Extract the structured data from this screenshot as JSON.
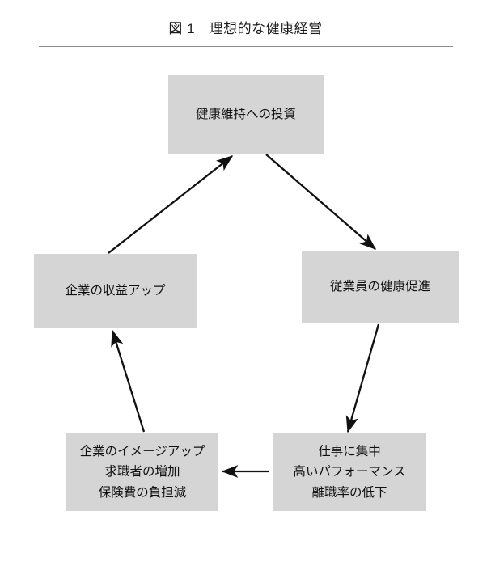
{
  "figure": {
    "title": "図 1　理想的な健康経営",
    "colors": {
      "box_fill": "#d5d5d5",
      "text": "#101010",
      "arrow": "#111111",
      "rule": "#8d8d8d",
      "background": "#ffffff"
    }
  },
  "nodes": {
    "invest": {
      "lines": [
        "健康維持への投資"
      ]
    },
    "health": {
      "lines": [
        "従業員の健康促進"
      ]
    },
    "performance": {
      "lines": [
        "仕事に集中",
        "高いパフォーマンス",
        "離職率の低下"
      ]
    },
    "image": {
      "lines": [
        "企業のイメージアップ",
        "求職者の増加",
        "保険費の負担減"
      ]
    },
    "profit": {
      "lines": [
        "企業の収益アップ"
      ]
    }
  },
  "edges": [
    {
      "name": "invest-to-health",
      "from": "invest",
      "to": "health",
      "direction": "down-right"
    },
    {
      "name": "health-to-performance",
      "from": "health",
      "to": "performance",
      "direction": "down-left"
    },
    {
      "name": "performance-to-image",
      "from": "performance",
      "to": "image",
      "direction": "left"
    },
    {
      "name": "image-to-profit",
      "from": "image",
      "to": "profit",
      "direction": "up-left"
    },
    {
      "name": "profit-to-invest",
      "from": "profit",
      "to": "invest",
      "direction": "up-right"
    }
  ]
}
